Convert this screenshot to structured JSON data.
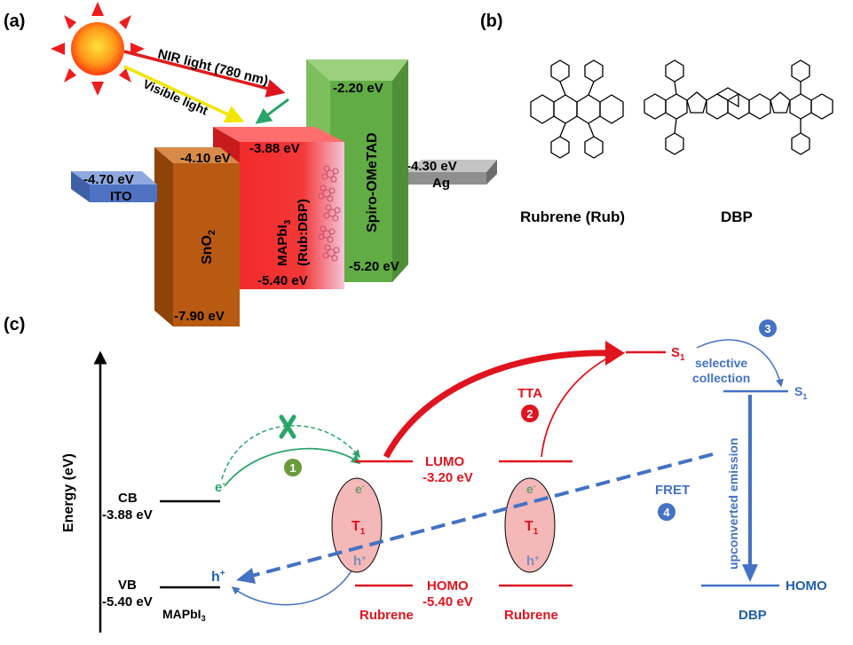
{
  "panel_a": {
    "panel_label": "(a)",
    "nir_light": "NIR light (780 nm)",
    "visible_light": "Visible light",
    "ito": {
      "name": "ITO",
      "level": "-4.70 eV"
    },
    "sno2": {
      "name_main": "SnO",
      "name_sub": "2",
      "top_level": "-4.10 eV",
      "bottom_level": "-7.90 eV"
    },
    "mapbi": {
      "name_main": "MAPbI",
      "name_sub": "3",
      "doping": "(Rub:DBP)",
      "top_level": "-3.88 eV",
      "bottom_level": "-5.40 eV"
    },
    "spiro": {
      "name": "Spiro-OMeTAD",
      "top_level": "-2.20 eV",
      "bottom_level": "-5.20 eV"
    },
    "ag": {
      "name": "Ag",
      "level": "-4.30 eV"
    },
    "colors": {
      "ito": "#5b7fc8",
      "sno2": "#b85a12",
      "mapbi": "#e8292a",
      "spiro": "#62ac45",
      "ag": "#8f8f8f",
      "nir_arrow": "#e01b1b",
      "visible_arrow": "#f0e600",
      "green_arrow": "#2aa56a"
    }
  },
  "panel_b": {
    "panel_label": "(b)",
    "rubrene_label": "Rubrene (Rub)",
    "dbp_label": "DBP"
  },
  "panel_c": {
    "panel_label": "(c)",
    "y_axis_label": "Energy (eV)",
    "cb_label": "CB",
    "cb_value": "-3.88 eV",
    "vb_label": "VB",
    "vb_value": "-5.40 eV",
    "mapbi_main": "MAPbI",
    "mapbi_sub": "3",
    "electron": "e",
    "electron_sup": "-",
    "hole": "h",
    "hole_sup": "+",
    "triplet": "T",
    "triplet_sub": "1",
    "lumo_label": "LUMO",
    "lumo_value": "-3.20 eV",
    "homo_label": "HOMO",
    "homo_value": "-5.40 eV",
    "rubrene_1": "Rubrene",
    "rubrene_2": "Rubrene",
    "tta_label": "TTA",
    "singlet": "S",
    "singlet_sub": "1",
    "selective_collection_1": "selective",
    "selective_collection_2": "collection",
    "upconverted_emission": "upconverted emission",
    "fret_label": "FRET",
    "dbp_homo": "HOMO",
    "dbp_label": "DBP",
    "step_1": "1",
    "step_2": "2",
    "step_3": "3",
    "step_4": "4",
    "colors": {
      "red": "#e0141e",
      "blue": "#4472c4",
      "green": "#2aa56a",
      "ellipse": "#f4b8b8",
      "dbp_text": "#1f5fa8"
    }
  }
}
